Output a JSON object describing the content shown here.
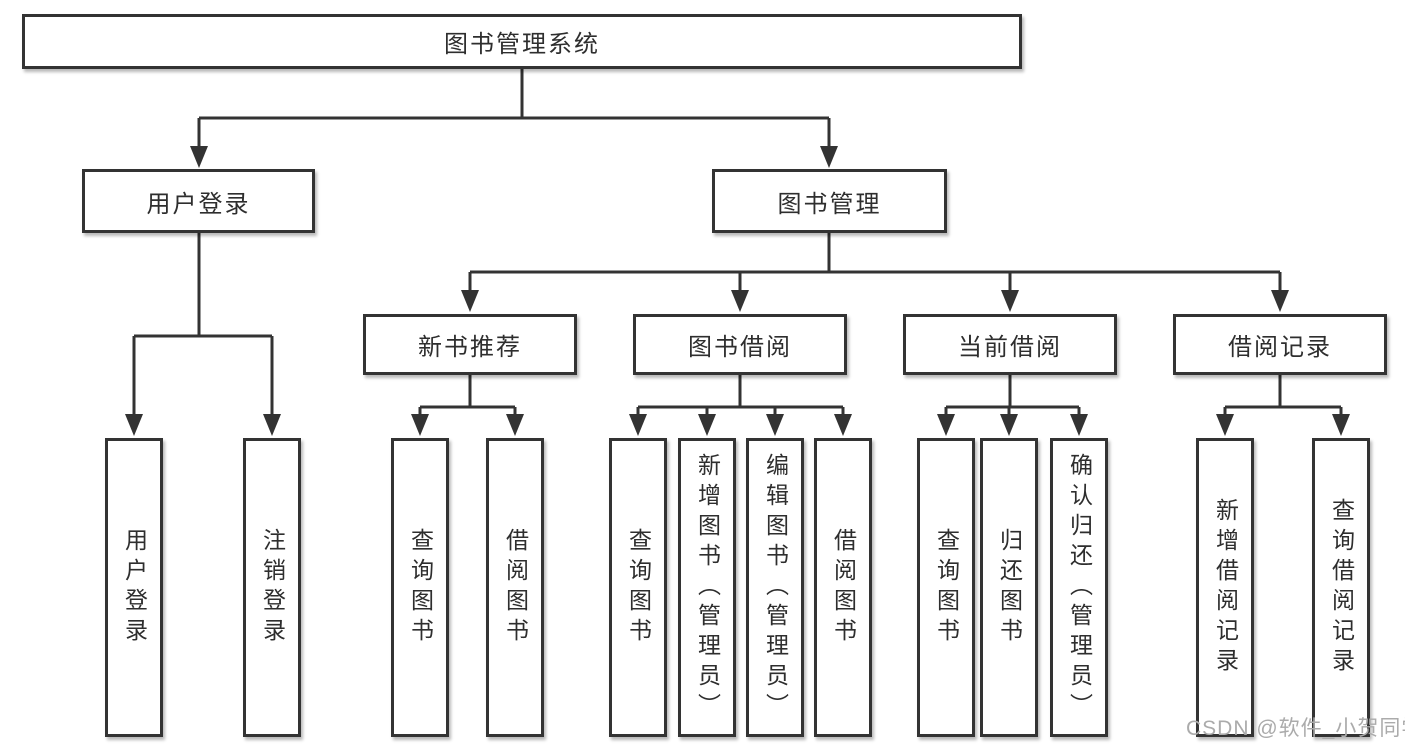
{
  "tree": {
    "root": {
      "label": "图书管理系统"
    },
    "branches": [
      {
        "label": "用户登录",
        "children": [
          {
            "label": "用户登录"
          },
          {
            "label": "注销登录"
          }
        ]
      },
      {
        "label": "图书管理",
        "children": [
          {
            "label": "新书推荐",
            "children": [
              {
                "label": "查询图书"
              },
              {
                "label": "借阅图书"
              }
            ]
          },
          {
            "label": "图书借阅",
            "children": [
              {
                "label": "查询图书"
              },
              {
                "label": "新增图书（管理员）"
              },
              {
                "label": "编辑图书（管理员）"
              },
              {
                "label": "借阅图书"
              }
            ]
          },
          {
            "label": "当前借阅",
            "children": [
              {
                "label": "查询图书"
              },
              {
                "label": "归还图书"
              },
              {
                "label": "确认归还（管理员）"
              }
            ]
          },
          {
            "label": "借阅记录",
            "children": [
              {
                "label": "新增借阅记录"
              },
              {
                "label": "查询借阅记录"
              }
            ]
          }
        ]
      }
    ]
  },
  "watermark": {
    "text": "CSDN @软件_小贺同学"
  },
  "colors": {
    "line": "#333333",
    "box_border": "#333333",
    "text": "#2e2e2e",
    "watermark": "#ababab",
    "background": "#ffffff"
  }
}
